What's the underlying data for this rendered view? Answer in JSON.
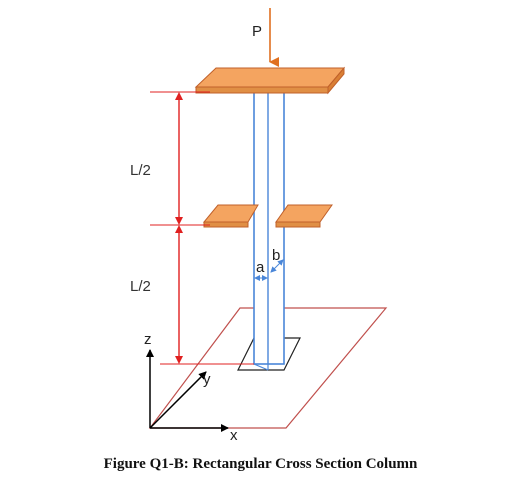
{
  "labels": {
    "load": "P",
    "upper_length": "L/2",
    "lower_length": "L/2",
    "dim_a": "a",
    "dim_b": "b",
    "axis_z": "z",
    "axis_y": "y",
    "axis_x": "x"
  },
  "caption": "Figure Q1-B: Rectangular Cross Section Column",
  "colors": {
    "plate_fill": "#f4a460",
    "plate_edge": "#c0602a",
    "column": "#4a86d8",
    "dimension": "#e02020",
    "ground": "#c0504d",
    "axis": "#000000",
    "load_arrow": "#e07020"
  }
}
